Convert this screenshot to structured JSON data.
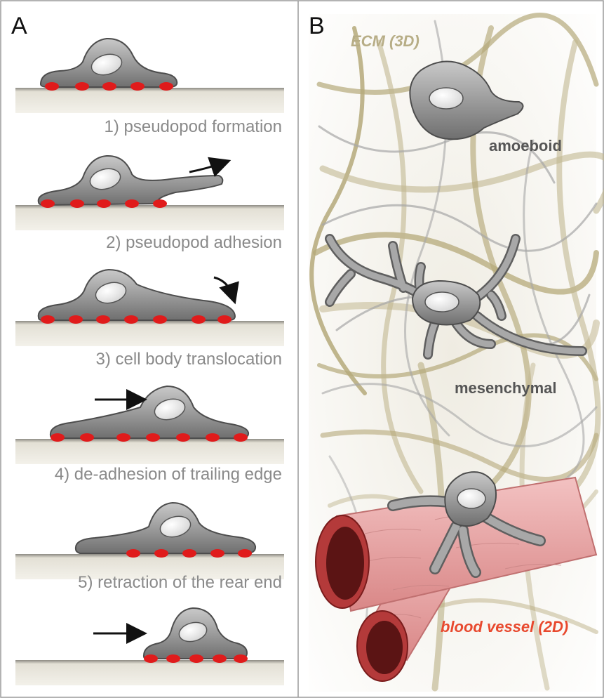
{
  "panels": {
    "a": {
      "letter": "A"
    },
    "b": {
      "letter": "B"
    }
  },
  "steps": [
    {
      "label": "1) pseudopod formation"
    },
    {
      "label": "2) pseudopod adhesion"
    },
    {
      "label": "3) cell body translocation"
    },
    {
      "label": "4) de-adhesion of trailing edge"
    },
    {
      "label": "5) retraction of the rear end"
    }
  ],
  "panel_b": {
    "ecm_label": "ECM (3D)",
    "amoeboid_label": "amoeboid",
    "mesenchymal_label": "mesenchymal",
    "vessel_label": "blood vessel (2D)"
  },
  "colors": {
    "cell_gray": "#8e8e8e",
    "adhesion_red": "#e01b1b",
    "substrate": "#d9d6c8",
    "fiber_tan": "#b5a97a",
    "fiber_gray": "#a7a7a7",
    "vessel_pink": "#e8a3a3",
    "vessel_dark": "#7a1c1c",
    "label_gray": "#8a8a8a",
    "label_red": "#e8492e"
  }
}
